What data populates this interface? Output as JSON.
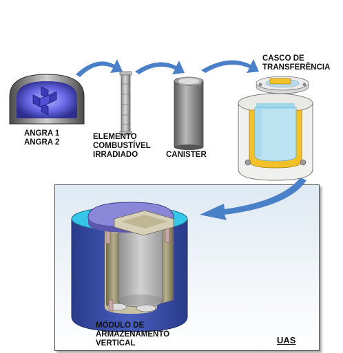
{
  "labels": {
    "reactor": [
      "ANGRA 1",
      "ANGRA 2"
    ],
    "fuel_element": [
      "ELEMENTO",
      "COMBUSTÍVEL",
      "IRRADIADO"
    ],
    "canister": [
      "CANISTER"
    ],
    "transfer_cask": [
      "CASCO DE",
      "TRANSFERÊNCIA"
    ],
    "storage_module": [
      "MÓDULO DE",
      "ARMAZENAMENTO",
      "VERTICAL"
    ],
    "facility": "UAS"
  },
  "colors": {
    "arrow": "#4a80c8",
    "reactor_glow": "#6a6ae8",
    "cask_yellow": "#f2c028",
    "cask_inner": "#bde3f2",
    "module_blue": "#3a4fa6",
    "module_cyan": "#35c6e8",
    "module_lid": "#8a86d8"
  }
}
